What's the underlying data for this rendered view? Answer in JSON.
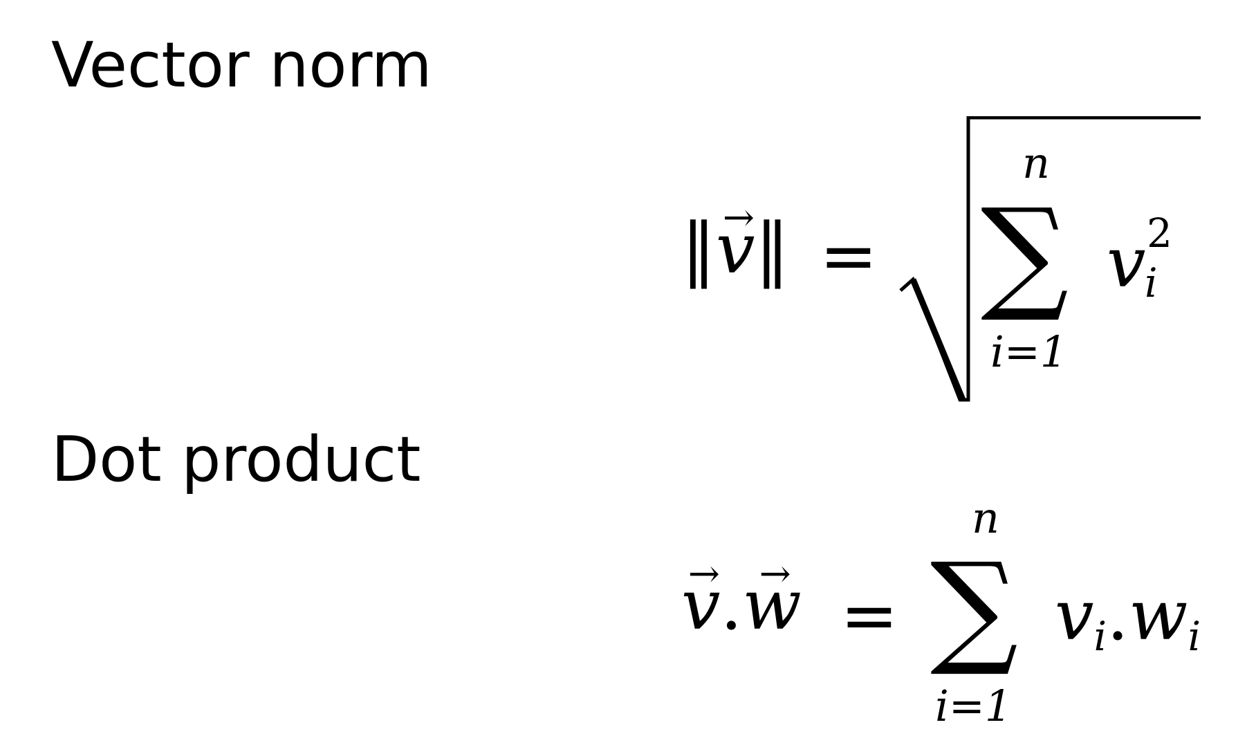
{
  "sections": {
    "norm": {
      "title": "Vector norm",
      "lhs_bars_left": "‖",
      "lhs_vector": "v",
      "lhs_bars_right": "‖",
      "equals": "=",
      "sum_symbol": "∑",
      "sum_upper": "n",
      "sum_lower": "i=1",
      "term": "v",
      "term_superscript": "2",
      "term_subscript": "i"
    },
    "dot": {
      "title": "Dot product",
      "lhs_vector_1": "v",
      "lhs_dot": ".",
      "lhs_vector_2": "w",
      "equals": "=",
      "sum_symbol": "∑",
      "sum_upper": "n",
      "sum_lower": "i=1",
      "rhs_term_1": "v",
      "rhs_sub_1": "i",
      "rhs_dot": ".",
      "rhs_term_2": "w",
      "rhs_sub_2": "i"
    }
  },
  "icons": {
    "vector_arrow": "→"
  }
}
